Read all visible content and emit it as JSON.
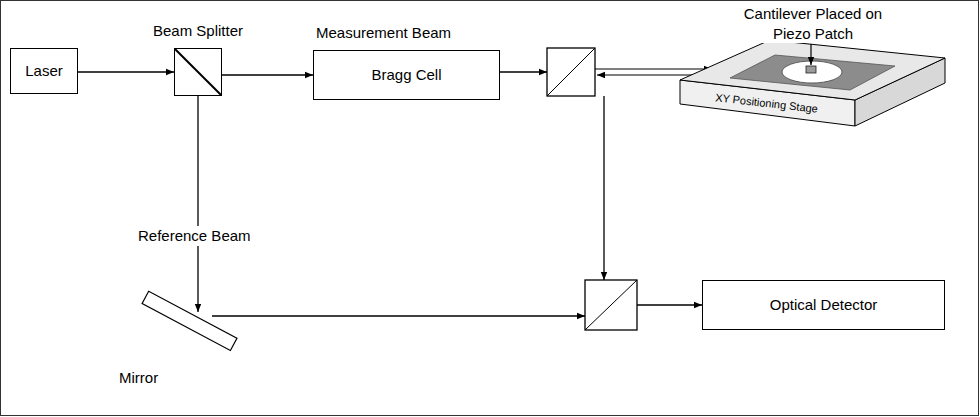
{
  "diagram": {
    "nodes": [
      {
        "text": [
          "Laser"
        ]
      },
      {
        "text": [
          "Beam Splitter"
        ]
      },
      {
        "text": [
          "Measurement Beam",
          "Bragg Cell"
        ]
      },
      {
        "text": [
          "Optical Detector"
        ]
      }
    ],
    "edges": [
      {
        "from": 0,
        "to": 1,
        "arrow": "to"
      },
      {
        "from": 1,
        "to": 2,
        "arrow": "to"
      }
    ],
    "labels": [
      "Reference Beam",
      "Mirror",
      "Cantilever Placed on Piezo Patch",
      "XY Positioning Stage"
    ]
  }
}
